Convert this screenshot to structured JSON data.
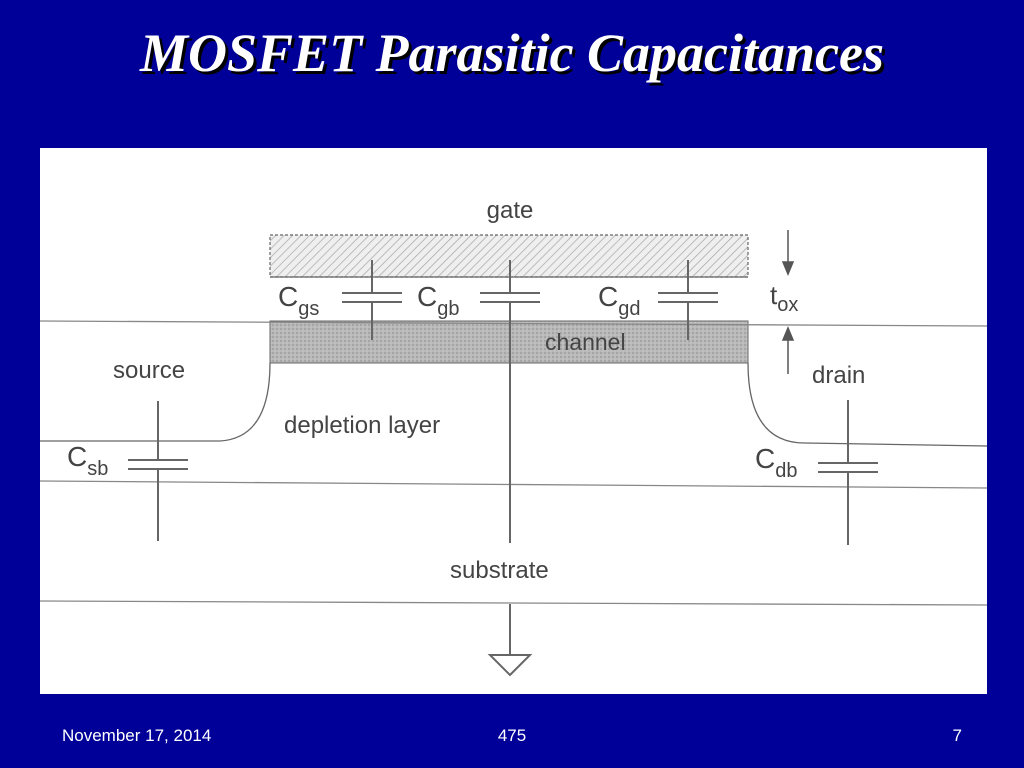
{
  "title": "MOSFET Parasitic Capacitances",
  "diagram": {
    "gate": "gate",
    "channel": "channel",
    "source": "source",
    "drain": "drain",
    "depletion": "depletion layer",
    "substrate": "substrate",
    "tox": {
      "main": "t",
      "sub": "ox"
    },
    "cgs": {
      "main": "C",
      "sub": "gs"
    },
    "cgb": {
      "main": "C",
      "sub": "gb"
    },
    "cgd": {
      "main": "C",
      "sub": "gd"
    },
    "csb": {
      "main": "C",
      "sub": "sb"
    },
    "cdb": {
      "main": "C",
      "sub": "db"
    }
  },
  "footer": {
    "date": "November 17, 2014",
    "center": "475",
    "page": "7"
  }
}
